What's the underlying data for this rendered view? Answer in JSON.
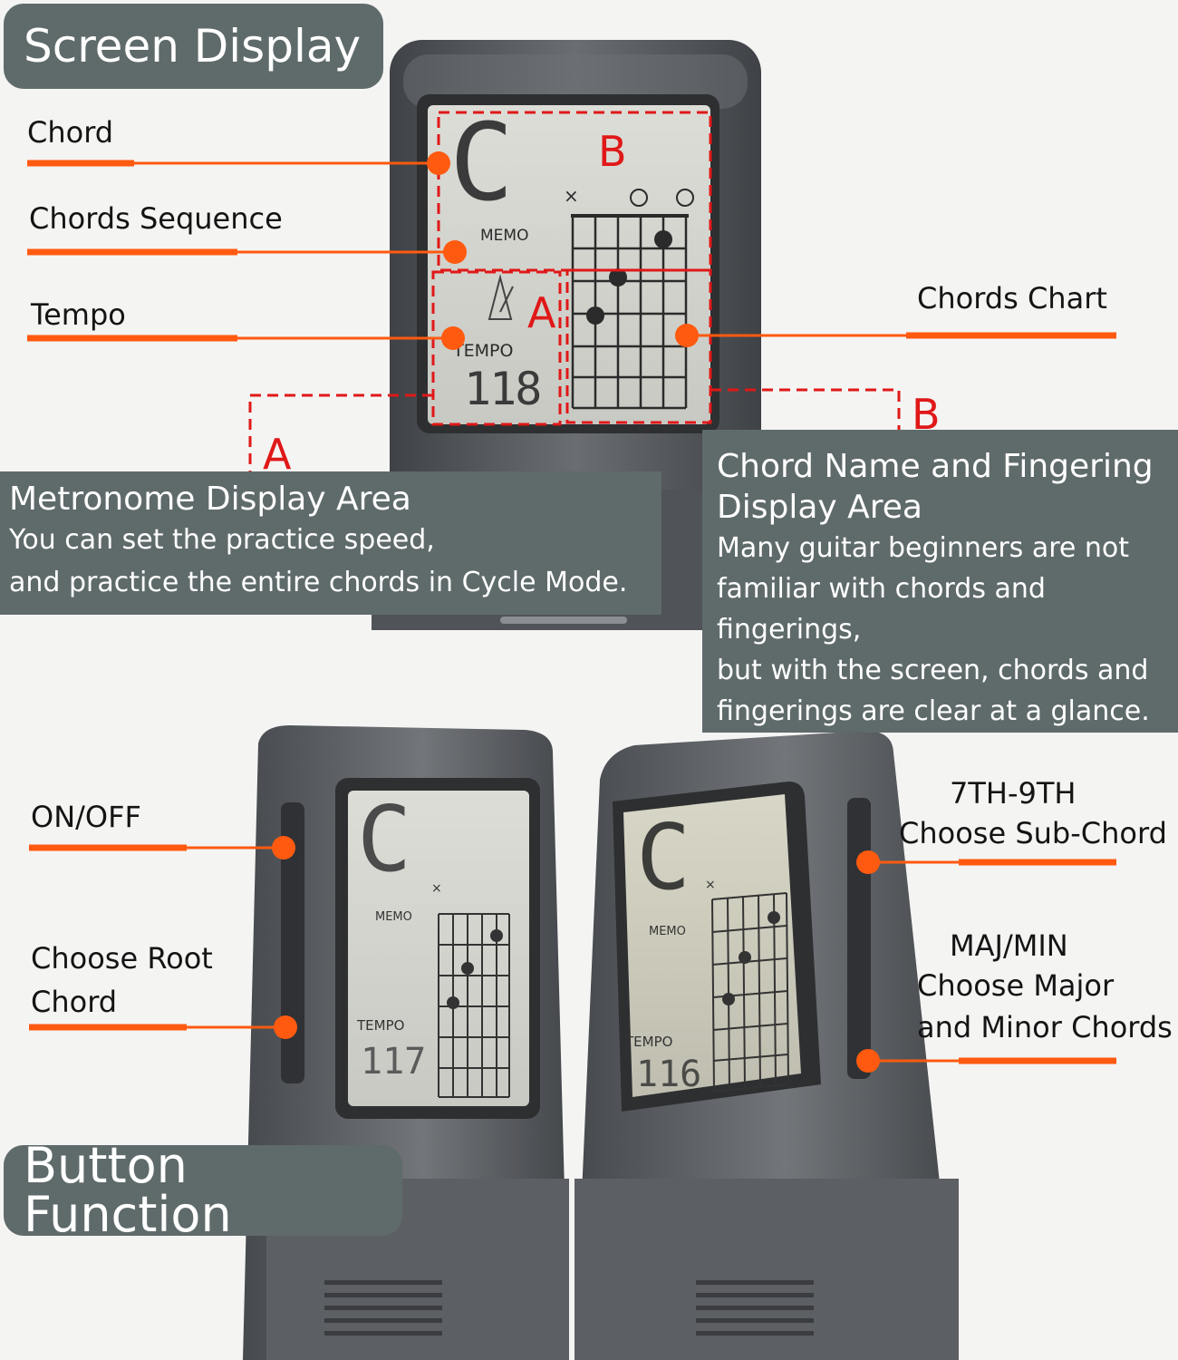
{
  "headings": {
    "screen_display": "Screen Display",
    "button_function": "Button Function"
  },
  "callouts": {
    "chord": "Chord",
    "chords_sequence": "Chords Sequence",
    "tempo": "Tempo",
    "chords_chart": "Chords Chart",
    "on_off": "ON/OFF",
    "choose_root_line1": "Choose Root",
    "choose_root_line2": "Chord",
    "sub_chord_line1": "7TH-9TH",
    "sub_chord_line2": "Choose Sub-Chord",
    "maj_min_line1": "MAJ/MIN",
    "maj_min_line2": "Choose Major",
    "maj_min_line3": "and Minor Chords"
  },
  "area_letters": {
    "a": "A",
    "b": "B"
  },
  "metronome_area": {
    "title": "Metronome Display Area",
    "line1": "You can set the practice speed,",
    "line2": "and practice the entire chords in Cycle Mode."
  },
  "chord_area": {
    "title_line1": "Chord Name and Fingering",
    "title_line2": "Display Area",
    "line1": "Many guitar beginners are not",
    "line2": "familiar with chords and fingerings,",
    "line3": "but with the screen, chords and",
    "line4": "fingerings are clear at a glance."
  },
  "lcd_main": {
    "chord": "C",
    "memo": "MEMO",
    "tempo_label": "TEMPO",
    "tempo_value": "118",
    "mute_mark": "×"
  },
  "lcd_left": {
    "chord": "C",
    "memo": "MEMO",
    "tempo_label": "TEMPO",
    "tempo_value": "117",
    "mute_mark": "×"
  },
  "lcd_right": {
    "chord": "C",
    "memo": "MEMO",
    "tempo_label": "TEMPO",
    "tempo_value": "116",
    "mute_mark": "×"
  },
  "colors": {
    "accent_orange": "#ff5a10",
    "dashed_red": "#e01818",
    "panel_gray": "#5f6a6b",
    "device_body": "#55585c",
    "lcd_screen": "#d2d3cd"
  }
}
